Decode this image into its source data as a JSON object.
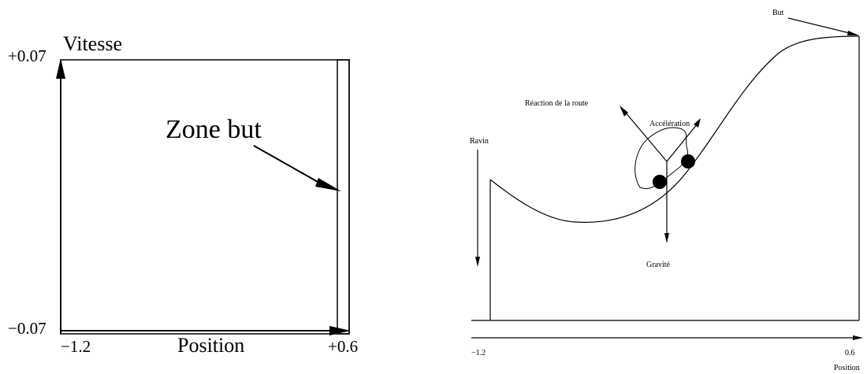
{
  "left_diagram": {
    "y_axis_label": "Vitesse",
    "y_max_label": "+0.07",
    "y_min_label": "−0.07",
    "x_axis_label": "Position",
    "x_min_label": "−1.2",
    "x_max_label": "+0.6",
    "goal_zone_label": "Zone but"
  },
  "right_diagram": {
    "goal_label": "But",
    "ravine_label": "Ravin",
    "road_reaction_label": "Réaction de la route",
    "acceleration_label": "Accélération",
    "gravity_label": "Gravité",
    "x_min_label": "−1.2",
    "x_max_label": "0.6",
    "x_axis_label": "Position"
  }
}
